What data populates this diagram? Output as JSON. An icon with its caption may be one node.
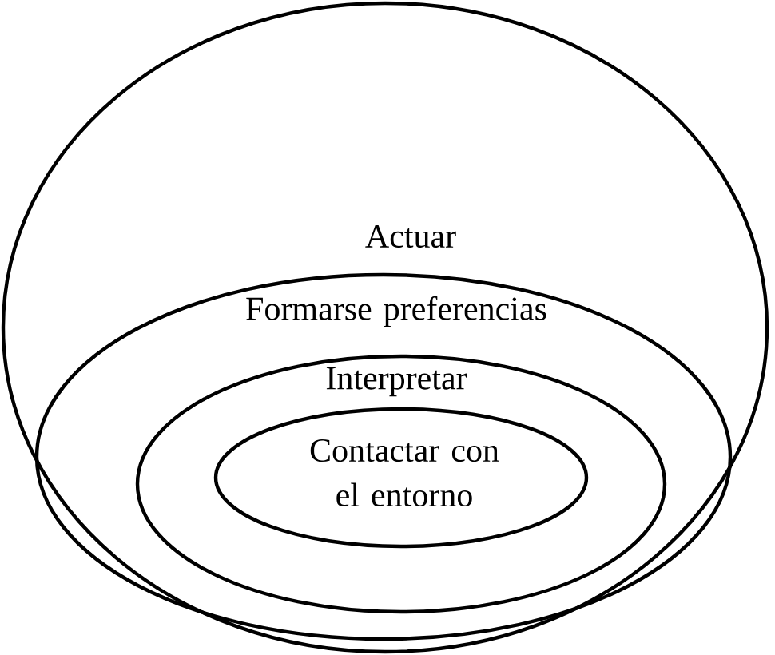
{
  "diagram": {
    "nodes": [
      {
        "text": [
          "Actuar"
        ]
      },
      {
        "text": [
          "Formarse preferencias"
        ],
        "in": 0
      },
      {
        "text": [
          "Interpretar"
        ],
        "in": 1
      },
      {
        "text": [
          "Contactar con el entorno"
        ],
        "in": 2
      }
    ]
  }
}
